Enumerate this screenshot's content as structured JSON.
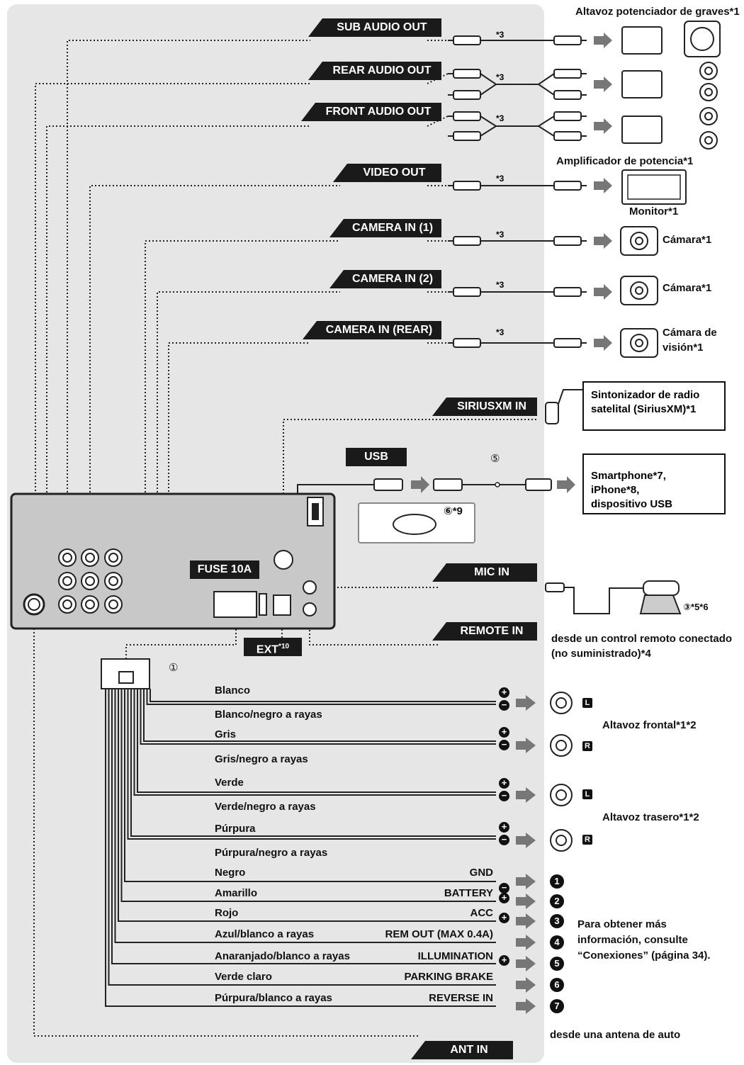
{
  "outputs": {
    "sub_audio_out": "SUB AUDIO OUT",
    "rear_audio_out": "REAR AUDIO OUT",
    "front_audio_out": "FRONT AUDIO OUT",
    "video_out": "VIDEO OUT",
    "camera_in_1": "CAMERA IN (1)",
    "camera_in_2": "CAMERA IN (2)",
    "camera_in_rear": "CAMERA IN (REAR)",
    "siriusxm_in": "SIRIUSXM IN",
    "usb": "USB",
    "mic_in": "MIC IN",
    "remote_in": "REMOTE IN",
    "ant_in": "ANT IN",
    "fuse": "FUSE 10A",
    "ext": "EXT",
    "ext_note": "*10",
    "cable_note": "*3"
  },
  "devices": {
    "subwoofer": "Altavoz potenciador de graves*1",
    "amplifier": "Amplificador de potencia*1",
    "monitor": "Monitor*1",
    "camera": "Cámara*1",
    "rear_camera_line1": "Cámara de",
    "rear_camera_line2": "visión*1",
    "sirius_line1": "Sintonizador de radio",
    "sirius_line2": "satelital (SiriusXM)*1",
    "phone_line1": "Smartphone*7, iPhone*8,",
    "phone_line2": "dispositivo USB",
    "mic_ref": "③*5*6",
    "usb_ref_5": "⑤",
    "usb_ref_6": "⑥*9",
    "harness_ref": "①",
    "remote_line1": "desde un control remoto conectado",
    "remote_line2": "(no suministrado)*4",
    "front_speaker": "Altavoz frontal*1*2",
    "rear_speaker": "Altavoz trasero*1*2",
    "more_info_line1": "Para obtener más",
    "more_info_line2": "información, consulte",
    "more_info_line3": "“Conexiones” (página 34).",
    "antenna": "desde una antena de auto",
    "left": "L",
    "right": "R"
  },
  "wires": [
    {
      "color": "Blanco",
      "fn": "",
      "polarity": "+",
      "num": ""
    },
    {
      "color": "Blanco/negro a rayas",
      "fn": "",
      "polarity": "−",
      "num": ""
    },
    {
      "color": "Gris",
      "fn": "",
      "polarity": "+",
      "num": ""
    },
    {
      "color": "Gris/negro a rayas",
      "fn": "",
      "polarity": "−",
      "num": ""
    },
    {
      "color": "Verde",
      "fn": "",
      "polarity": "+",
      "num": ""
    },
    {
      "color": "Verde/negro a rayas",
      "fn": "",
      "polarity": "−",
      "num": ""
    },
    {
      "color": "Púrpura",
      "fn": "",
      "polarity": "+",
      "num": ""
    },
    {
      "color": "Púrpura/negro a rayas",
      "fn": "",
      "polarity": "−",
      "num": ""
    },
    {
      "color": "Negro",
      "fn": "GND",
      "polarity": "−",
      "num": "1"
    },
    {
      "color": "Amarillo",
      "fn": "BATTERY",
      "polarity": "+",
      "num": "2"
    },
    {
      "color": "Rojo",
      "fn": "ACC",
      "polarity": "+",
      "num": "3"
    },
    {
      "color": "Azul/blanco a rayas",
      "fn": "REM OUT (MAX 0.4A)",
      "polarity": "",
      "num": "4"
    },
    {
      "color": "Anaranjado/blanco a rayas",
      "fn": "ILLUMINATION",
      "polarity": "+",
      "num": "5"
    },
    {
      "color": "Verde claro",
      "fn": "PARKING BRAKE",
      "polarity": "",
      "num": "6"
    },
    {
      "color": "Púrpura/blanco a rayas",
      "fn": "REVERSE IN",
      "polarity": "",
      "num": "7"
    }
  ]
}
